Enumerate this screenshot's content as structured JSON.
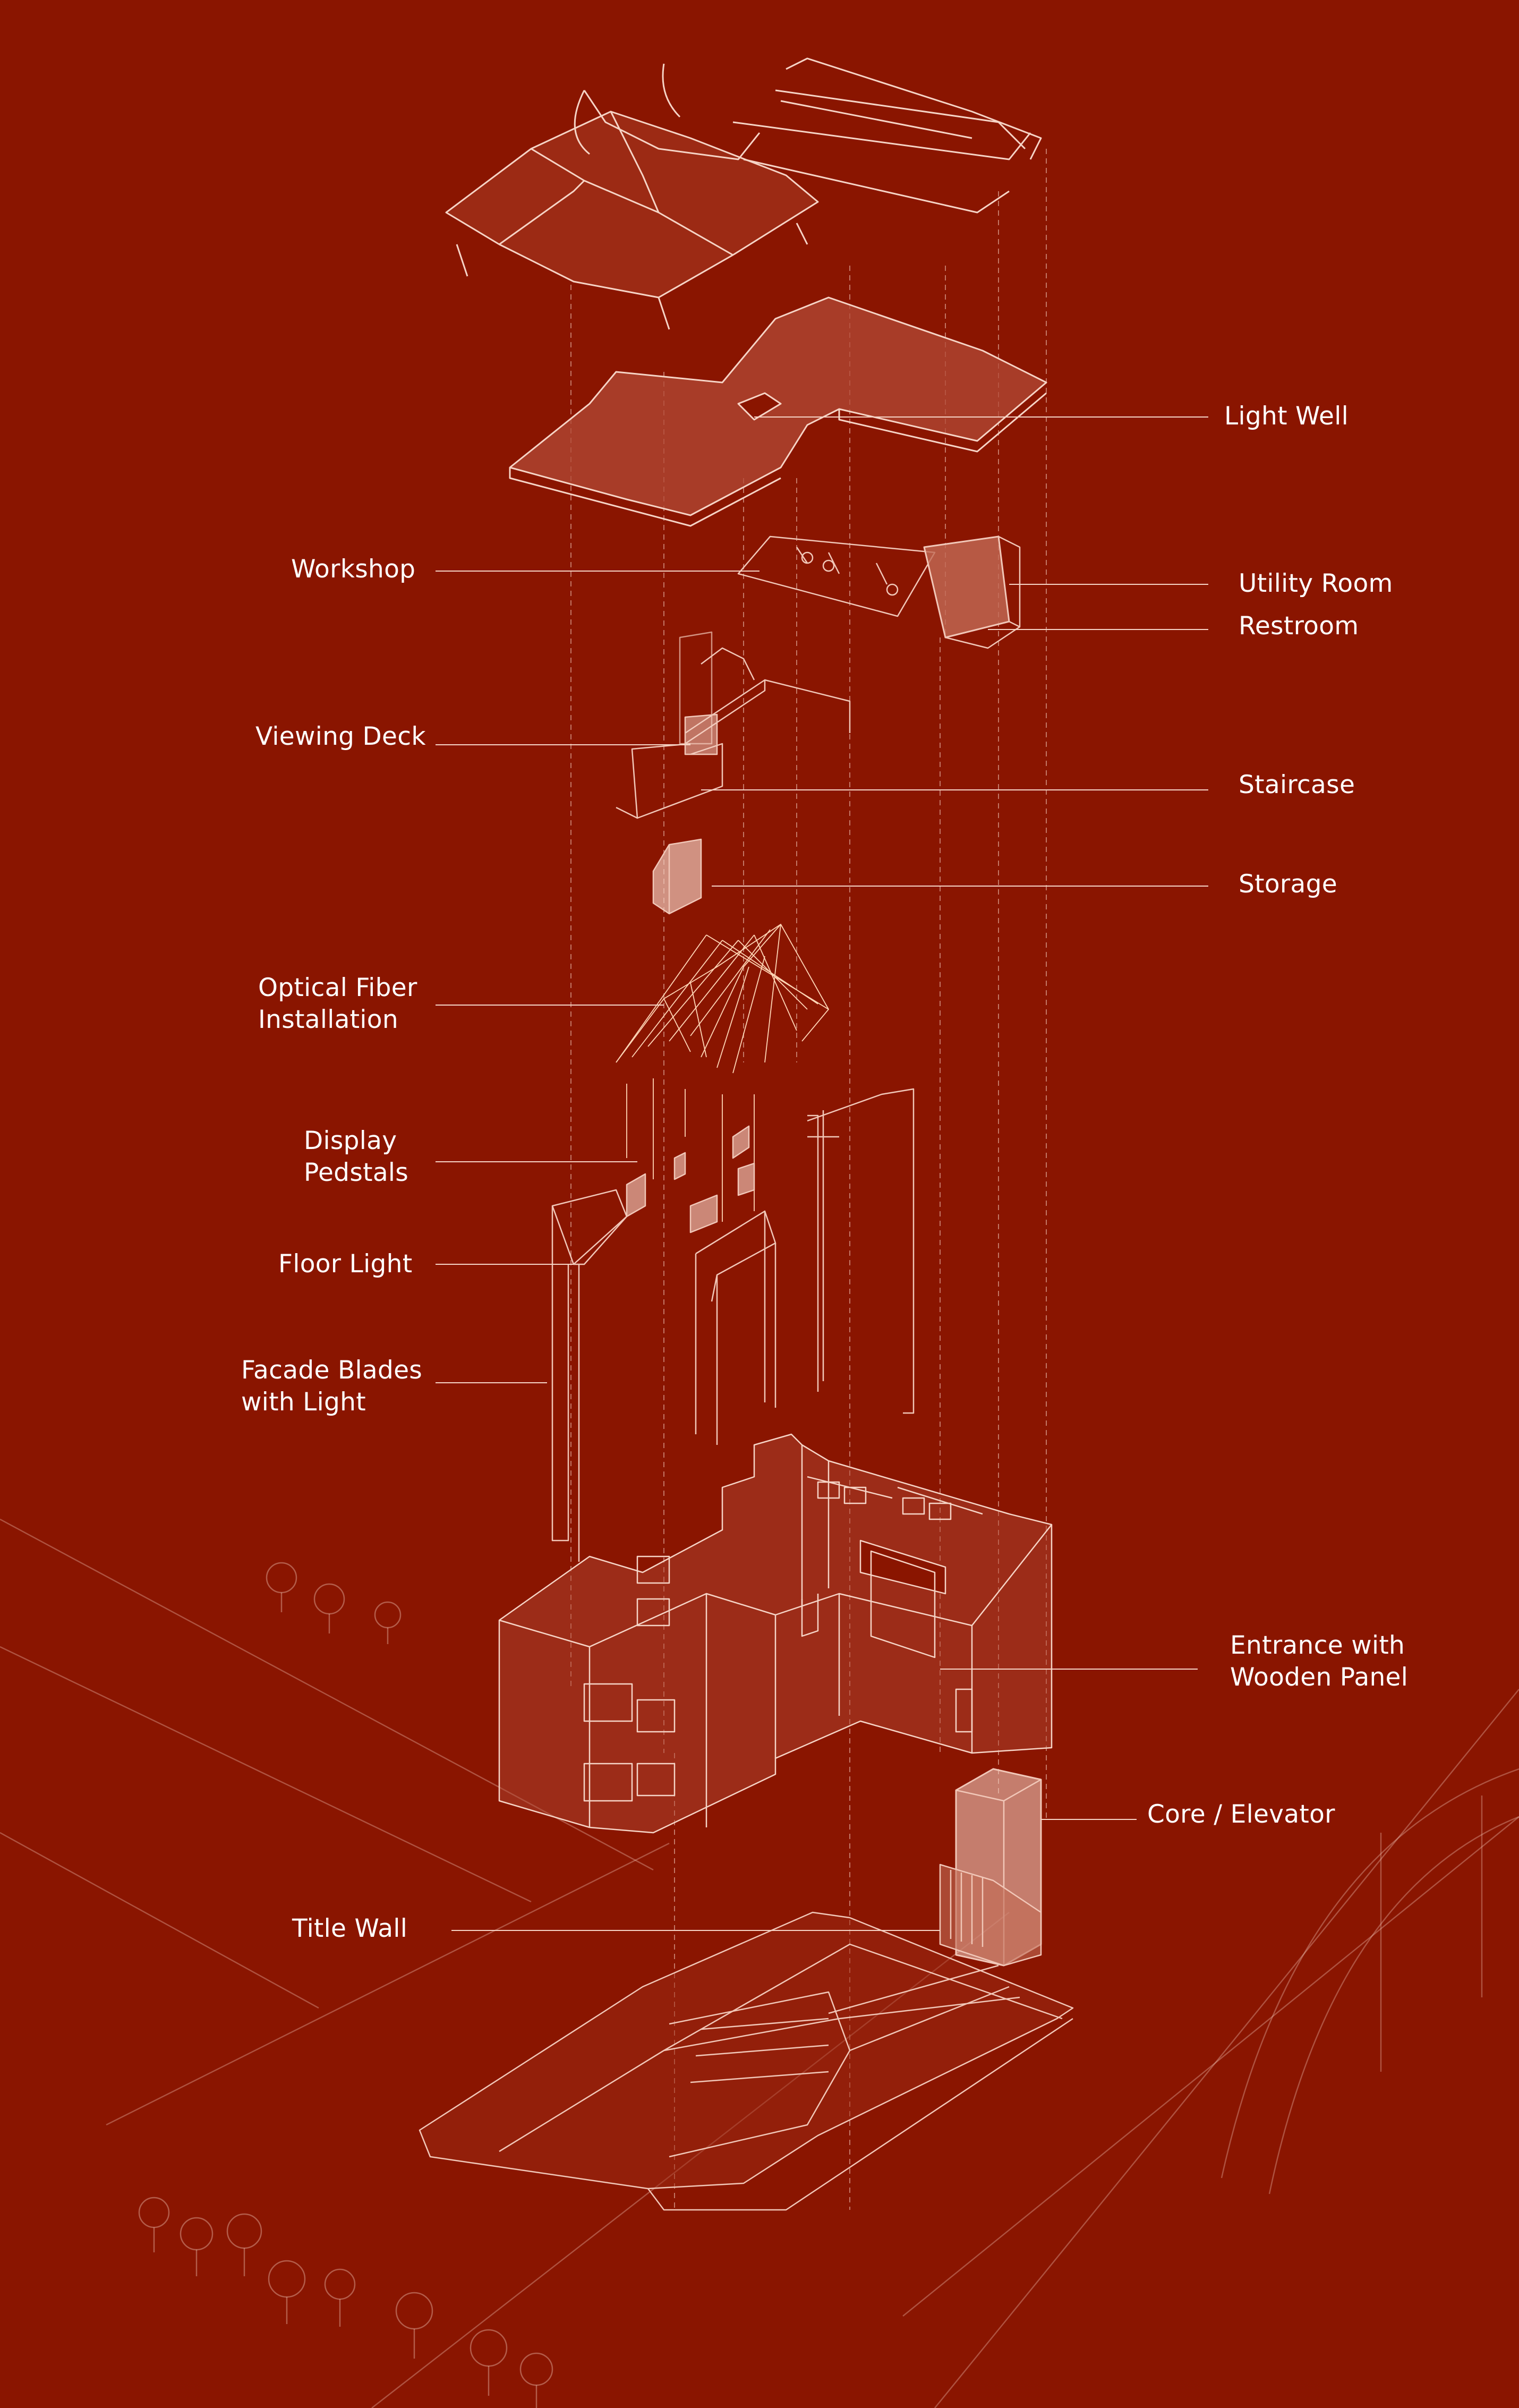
{
  "theme": {
    "background": "#8a1500",
    "line": "#f1c7b8",
    "label": "#ffffff"
  },
  "labels": {
    "light_well": "Light Well",
    "workshop": "Workshop",
    "utility_room": "Utility Room",
    "restroom": "Restroom",
    "viewing_deck": "Viewing Deck",
    "staircase": "Staircase",
    "storage": "Storage",
    "optical_fiber": "Optical Fiber\nInstallation",
    "display_pedestals": "Display\nPedstals",
    "floor_light": "Floor Light",
    "facade_blades": "Facade Blades\nwith Light",
    "entrance": "Entrance with\nWooden Panel",
    "core_elevator": "Core / Elevator",
    "title_wall": "Title Wall"
  }
}
